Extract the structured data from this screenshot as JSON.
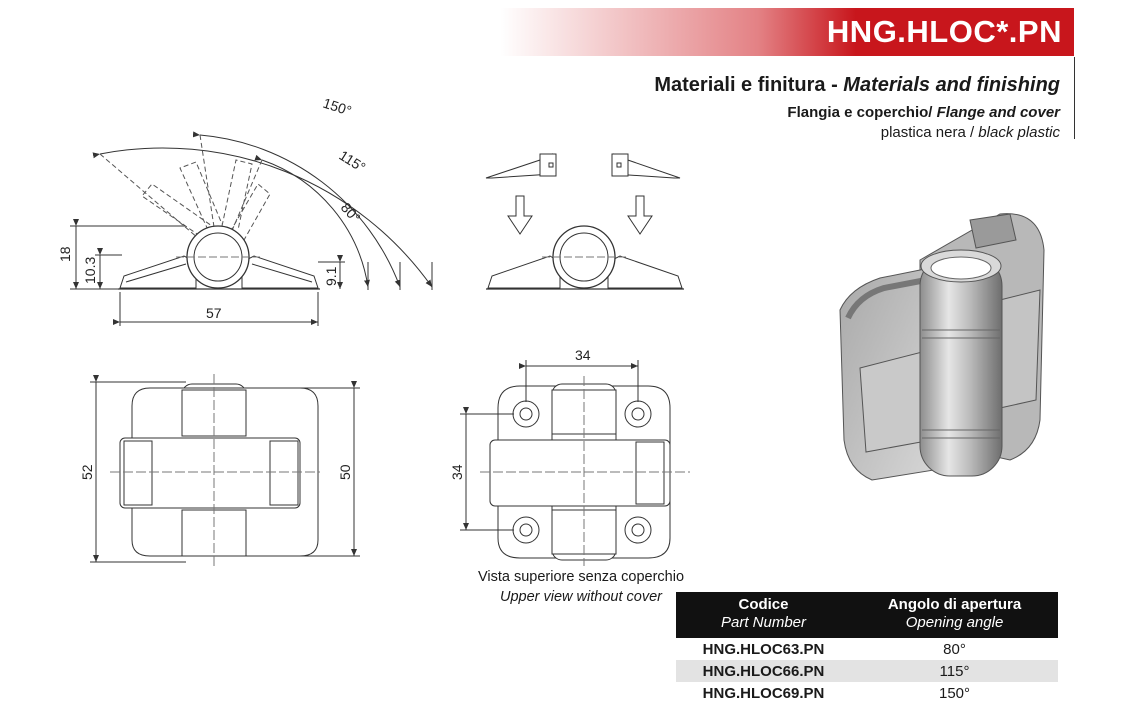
{
  "header": {
    "title": "HNG.HLOC*.PN",
    "brand_color": "#c8161c"
  },
  "materials": {
    "heading_it": "Materiali e finitura - ",
    "heading_en": "Materials and finishing",
    "part_it": "Flangia e coperchio/ ",
    "part_en": "Flange and cover",
    "finish_it": "plastica nera / ",
    "finish_en": "black plastic"
  },
  "drawing": {
    "angle_150": "150°",
    "angle_115": "115°",
    "angle_80": "80°",
    "dim_18": "18",
    "dim_10_3": "10.3",
    "dim_9_1": "9.1",
    "dim_57": "57",
    "dim_52": "52",
    "dim_50": "50",
    "dim_34_top": "34",
    "dim_34_left": "34"
  },
  "caption": {
    "line_it": "Vista superiore senza coperchio",
    "line_en": "Upper view without cover"
  },
  "table": {
    "col1_it": "Codice",
    "col1_en": "Part Number",
    "col2_it": "Angolo di apertura",
    "col2_en": "Opening angle",
    "rows": [
      {
        "code": "HNG.HLOC63.PN",
        "angle": "80°"
      },
      {
        "code": "HNG.HLOC66.PN",
        "angle": "115°"
      },
      {
        "code": "HNG.HLOC69.PN",
        "angle": "150°"
      }
    ]
  }
}
